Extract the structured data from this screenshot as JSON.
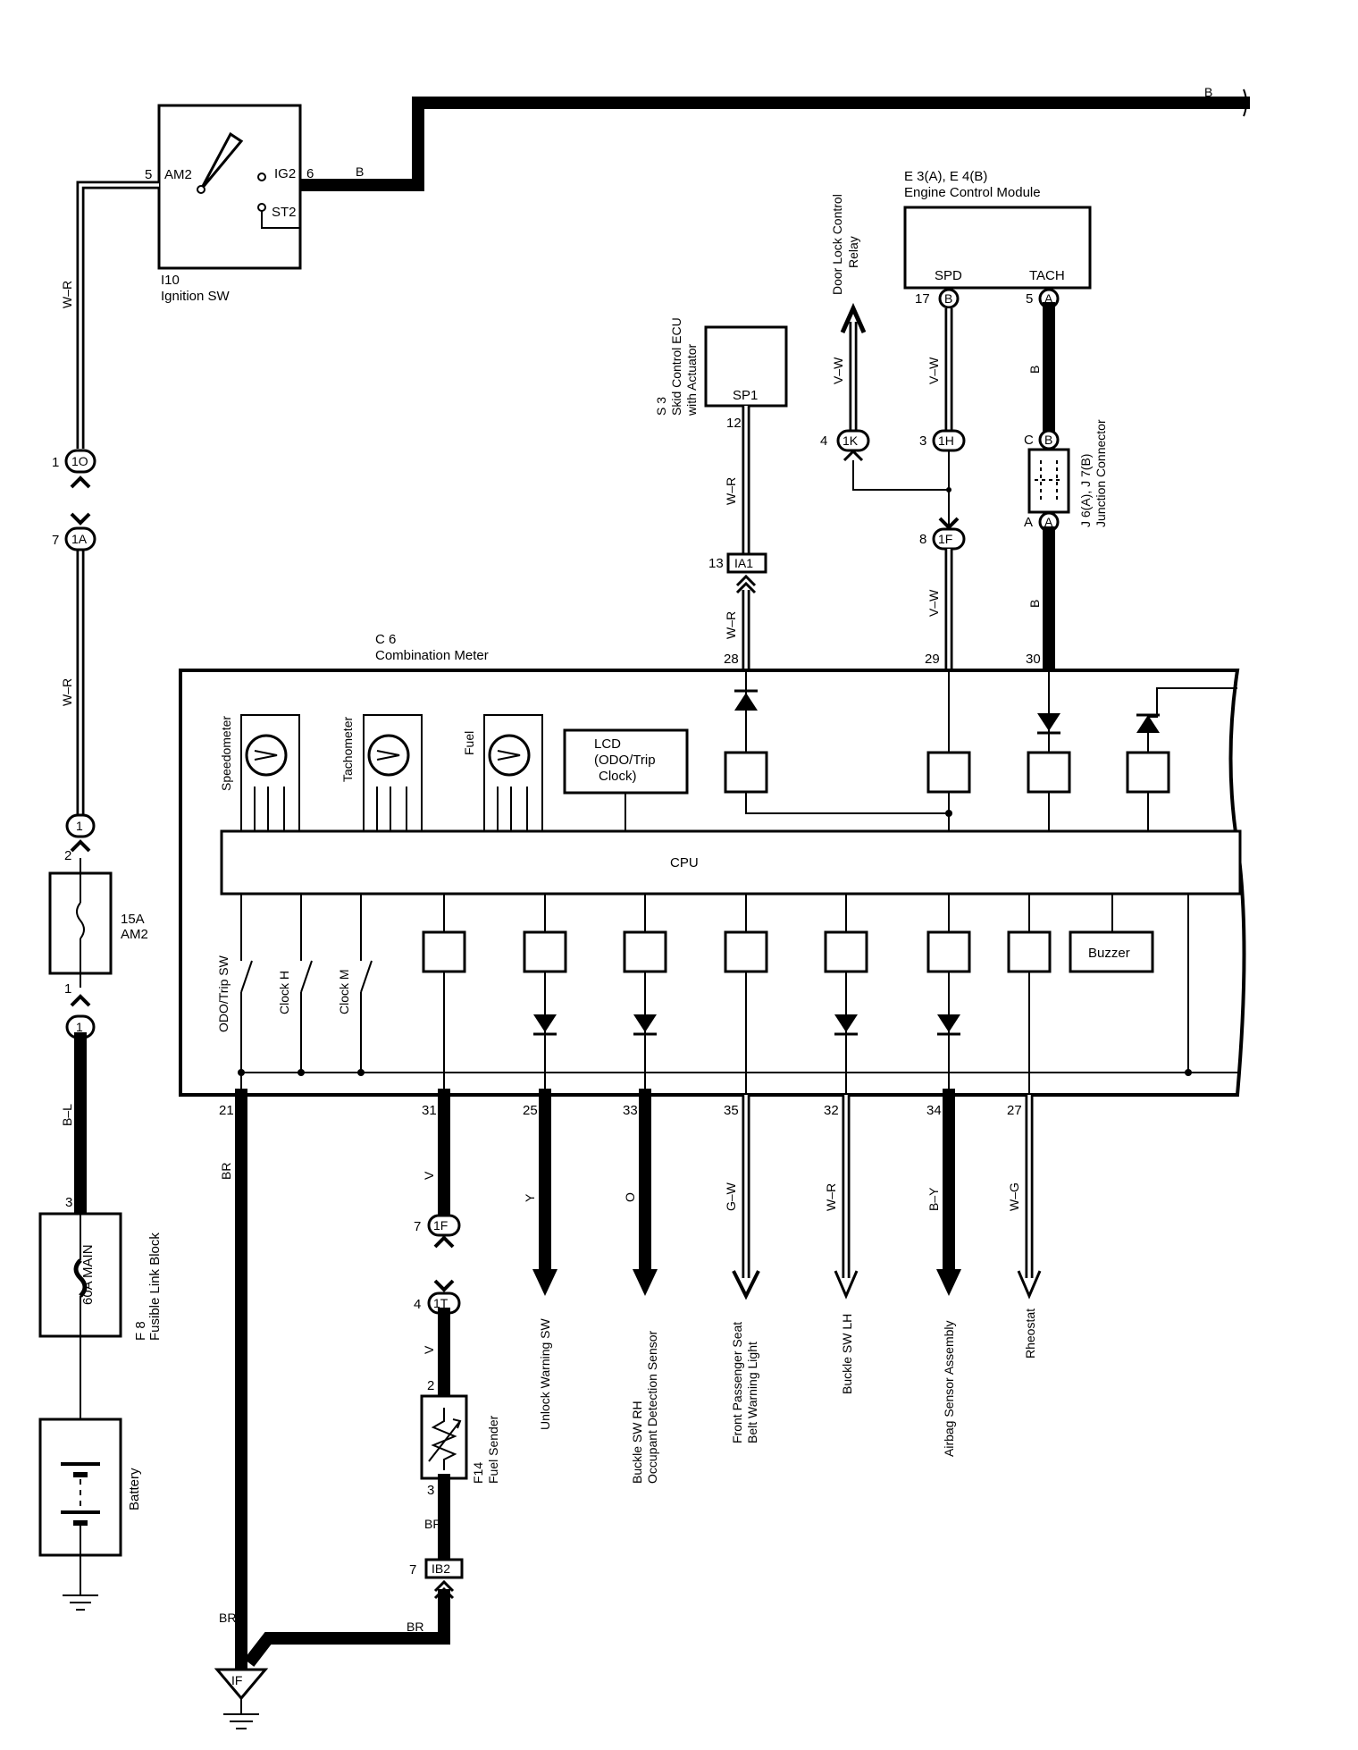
{
  "diagram": {
    "wire_colors": {
      "B": "B",
      "W_R": "W–R",
      "B_L": "B–L",
      "BR": "BR",
      "V": "V",
      "Y": "Y",
      "O": "O",
      "G_W": "G–W",
      "B_Y": "B–Y",
      "W_G": "W–G",
      "V_W": "V–W"
    },
    "ignition_sw": {
      "id": "I10",
      "name": "Ignition SW",
      "pins": {
        "am2_num": "5",
        "am2": "AM2",
        "ig2": "IG2",
        "ig2_num": "6",
        "st2": "ST2"
      }
    },
    "ecm": {
      "id": "E 3(A), E 4(B)",
      "name": "Engine Control Module",
      "spd": "SPD",
      "tach": "TACH",
      "spd_pin": "17",
      "spd_conn": "B",
      "tach_pin": "5",
      "tach_conn": "A"
    },
    "skid_ecu": {
      "title1": "S 3",
      "title2": "Skid Control ECU",
      "title3": "with Actuator",
      "pin_label": "SP1",
      "pin": "12"
    },
    "door_lock_relay": {
      "line1": "Door Lock Control",
      "line2": "Relay"
    },
    "junction_connector": {
      "line1": "J 6(A), J 7(B)",
      "line2": "Junction Connector",
      "top_pin": "C",
      "top_conn": "B",
      "bot_pin": "A",
      "bot_conn": "A"
    },
    "connectors": {
      "c1O": {
        "pin": "1",
        "code": "1O"
      },
      "c1A": {
        "pin": "7",
        "code": "1A"
      },
      "c1K": {
        "pin": "4",
        "code": "1K"
      },
      "c1H": {
        "pin": "3",
        "code": "1H"
      },
      "c1F_top": {
        "pin": "8",
        "code": "1F"
      },
      "cIA1": {
        "pin": "13",
        "code": "IA1"
      },
      "c1_upper": {
        "code": "1",
        "pin_below": "2"
      },
      "c1_lower": {
        "code": "1",
        "pin_above": "1"
      },
      "c1F_low": {
        "pin": "7",
        "code": "1F"
      },
      "c1T": {
        "pin": "4",
        "code": "1T"
      },
      "cIB2": {
        "pin": "7",
        "code": "IB2"
      },
      "ground": {
        "code": "IF"
      }
    },
    "fuse_am2": {
      "rating": "15A",
      "name": "AM2"
    },
    "fusible_link": {
      "pin": "3",
      "rating": "60A MAIN",
      "id": "F 8",
      "name": "Fusible Link Block"
    },
    "battery": {
      "name": "Battery"
    },
    "fuel_sender": {
      "id": "F14",
      "name": "Fuel Sender",
      "pin_top": "2",
      "pin_bottom": "3"
    },
    "meter": {
      "id": "C 6",
      "name": "Combination Meter",
      "top_pins": {
        "p28": "28",
        "p29": "29",
        "p30": "30"
      },
      "gauges": {
        "speedo": "Speedometer",
        "tacho": "Tachometer",
        "fuel": "Fuel"
      },
      "lcd": {
        "line1": "LCD",
        "line2": "(ODO/Trip",
        "line3": "Clock)"
      },
      "cpu": "CPU",
      "buzzer": "Buzzer",
      "switches": {
        "odo": "ODO/Trip SW",
        "clock_h": "Clock H",
        "clock_m": "Clock M"
      },
      "bottom_pins": [
        "21",
        "31",
        "25",
        "33",
        "35",
        "32",
        "34",
        "27"
      ]
    },
    "outputs": [
      {
        "label": "Unlock Warning SW",
        "color": "Y"
      },
      {
        "label": "Buckle SW RH",
        "label2": "Occupant Detection Sensor",
        "color": "O"
      },
      {
        "label": "Front Passenger Seat",
        "label2": "Belt Warning Light",
        "color": "G–W"
      },
      {
        "label": "Buckle SW LH",
        "color": "W–R"
      },
      {
        "label": "Airbag Sensor Assembly",
        "color": "B–Y"
      },
      {
        "label": "Rheostat",
        "color": "W–G"
      }
    ]
  }
}
